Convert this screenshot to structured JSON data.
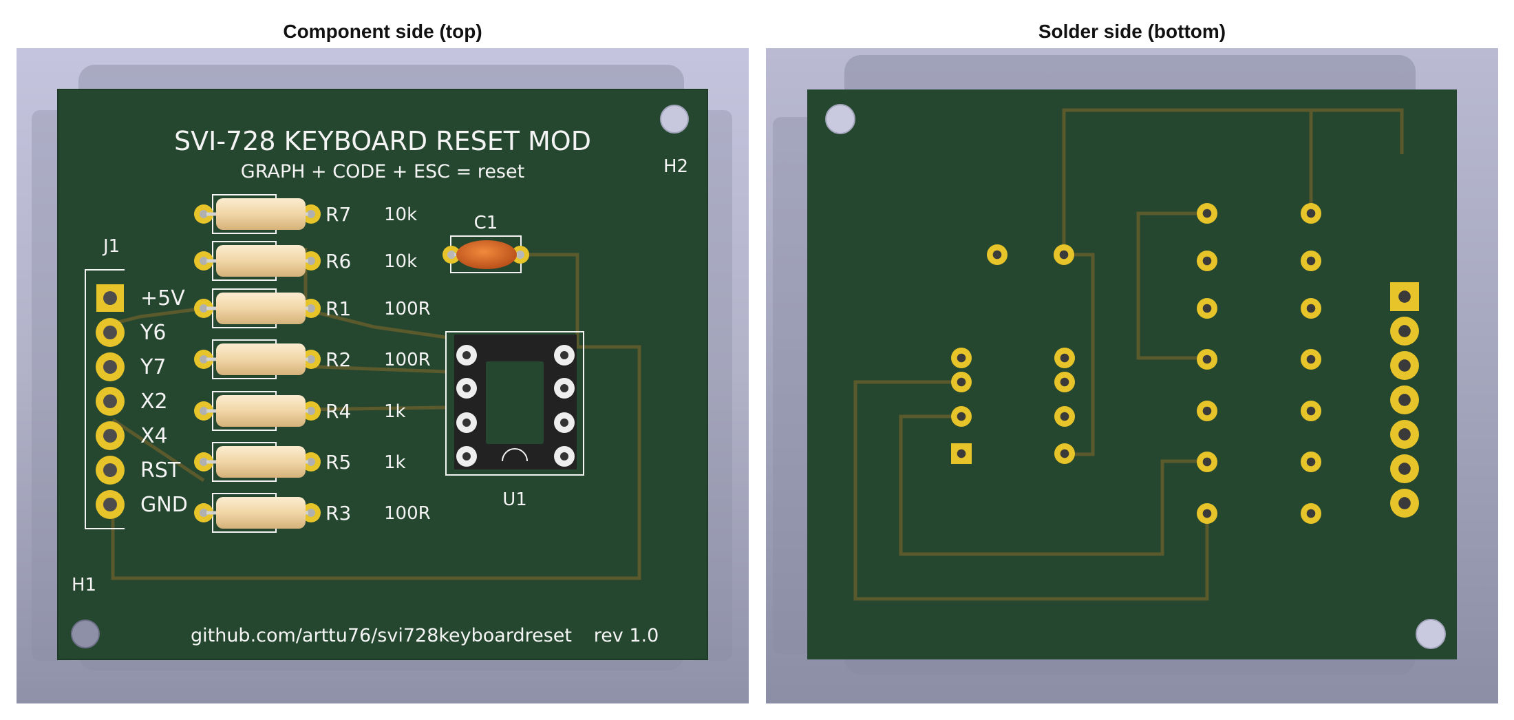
{
  "views": {
    "top": {
      "title": "Component side (top)",
      "board": {
        "heading": "SVI-728 KEYBOARD RESET MOD",
        "subheading": "GRAPH + CODE + ESC = reset",
        "footer_url": "github.com/arttu76/svi728keyboardreset",
        "footer_rev": "rev 1.0",
        "mounting_holes": [
          "H1",
          "H2"
        ],
        "connector": {
          "ref": "J1",
          "pins": [
            "+5V",
            "Y6",
            "Y7",
            "X2",
            "X4",
            "RST",
            "GND"
          ]
        },
        "resistors": [
          {
            "ref": "R7",
            "value": "10k"
          },
          {
            "ref": "R6",
            "value": "10k"
          },
          {
            "ref": "R1",
            "value": "100R"
          },
          {
            "ref": "R2",
            "value": "100R"
          },
          {
            "ref": "R4",
            "value": "1k"
          },
          {
            "ref": "R5",
            "value": "1k"
          },
          {
            "ref": "R3",
            "value": "100R"
          }
        ],
        "capacitor": {
          "ref": "C1"
        },
        "ic": {
          "ref": "U1"
        }
      }
    },
    "bottom": {
      "title": "Solder side (bottom)"
    }
  },
  "colors": {
    "board": "#25462f",
    "board_edge": "#1d3a26",
    "trace": "#5b5a2d",
    "pad_gold": "#e7c52a",
    "silkscreen": "#f4f4f4",
    "resistor_body": "#f1d7aa",
    "capacitor": "#d8681f",
    "ic_socket": "#222222",
    "background_top": "#c3c3dc",
    "background_bottom": "#8d8fa8"
  }
}
